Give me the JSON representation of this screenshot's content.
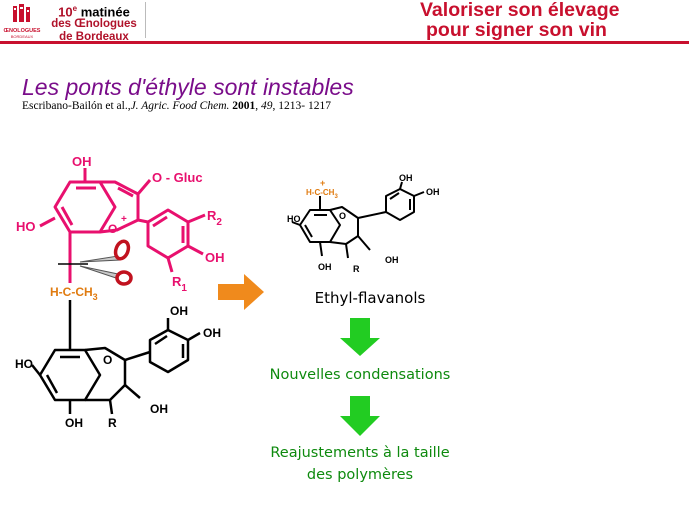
{
  "header": {
    "logo_text_top": "ŒNOLOGUES",
    "logo_text_bottom": "BORDEAUX",
    "event_line1_num": "10",
    "event_line1_sup": "e",
    "event_line1_rest": " matinée",
    "event_line2": "des Œnologues",
    "event_line3": "de Bordeaux",
    "banner_line1": "Valoriser son élevage",
    "banner_line2": "pour signer son vin"
  },
  "slide": {
    "title": "Les ponts d'éthyle sont instables",
    "citation_authors": "Escribano-Bailón et al.,",
    "citation_journal": "J. Agric. Food Chem.",
    "citation_year": "2001",
    "citation_volume": "49",
    "citation_pages": "1213- 1217"
  },
  "left_molecule": {
    "oh_top": "OH",
    "o_gluc": "O - Gluc",
    "ho_left": "HO",
    "ring_o": "O",
    "ring_o_charge": "+",
    "r2": "R",
    "r2_sub": "2",
    "oh_right": "OH",
    "r1": "R",
    "r1_sub": "1",
    "bridge": "H-C-CH",
    "bridge_sub": "3",
    "oh_upper1": "OH",
    "oh_upper2": "OH",
    "ho_lower": "HO",
    "ring_o_lower": "O",
    "oh_lower_right": "OH",
    "oh_lower_bottom": "OH",
    "r_lower": "R"
  },
  "right_molecule": {
    "charge": "+",
    "bridge": "H-C-CH",
    "bridge_sub": "3",
    "oh1": "OH",
    "oh2": "OH",
    "ho": "HO",
    "o": "O",
    "oh3": "OH",
    "oh4": "OH",
    "r": "R"
  },
  "flow": {
    "step1": "Ethyl-flavanols",
    "step2": "Nouvelles condensations",
    "step3_line1": "Reajustements à la taille",
    "step3_line2": "des polymères"
  },
  "colors": {
    "brand_red": "#c8102e",
    "anthocyanin": "#e8106e",
    "bridge_orange": "#e07b10",
    "arrow_orange": "#f08a1c",
    "arrow_green": "#22cc22",
    "text_green": "#0e8a0e",
    "title_purple": "#7a0d8a"
  },
  "icons": {
    "scissors": "scissors-icon",
    "logo": "oenologues-logo-icon"
  }
}
